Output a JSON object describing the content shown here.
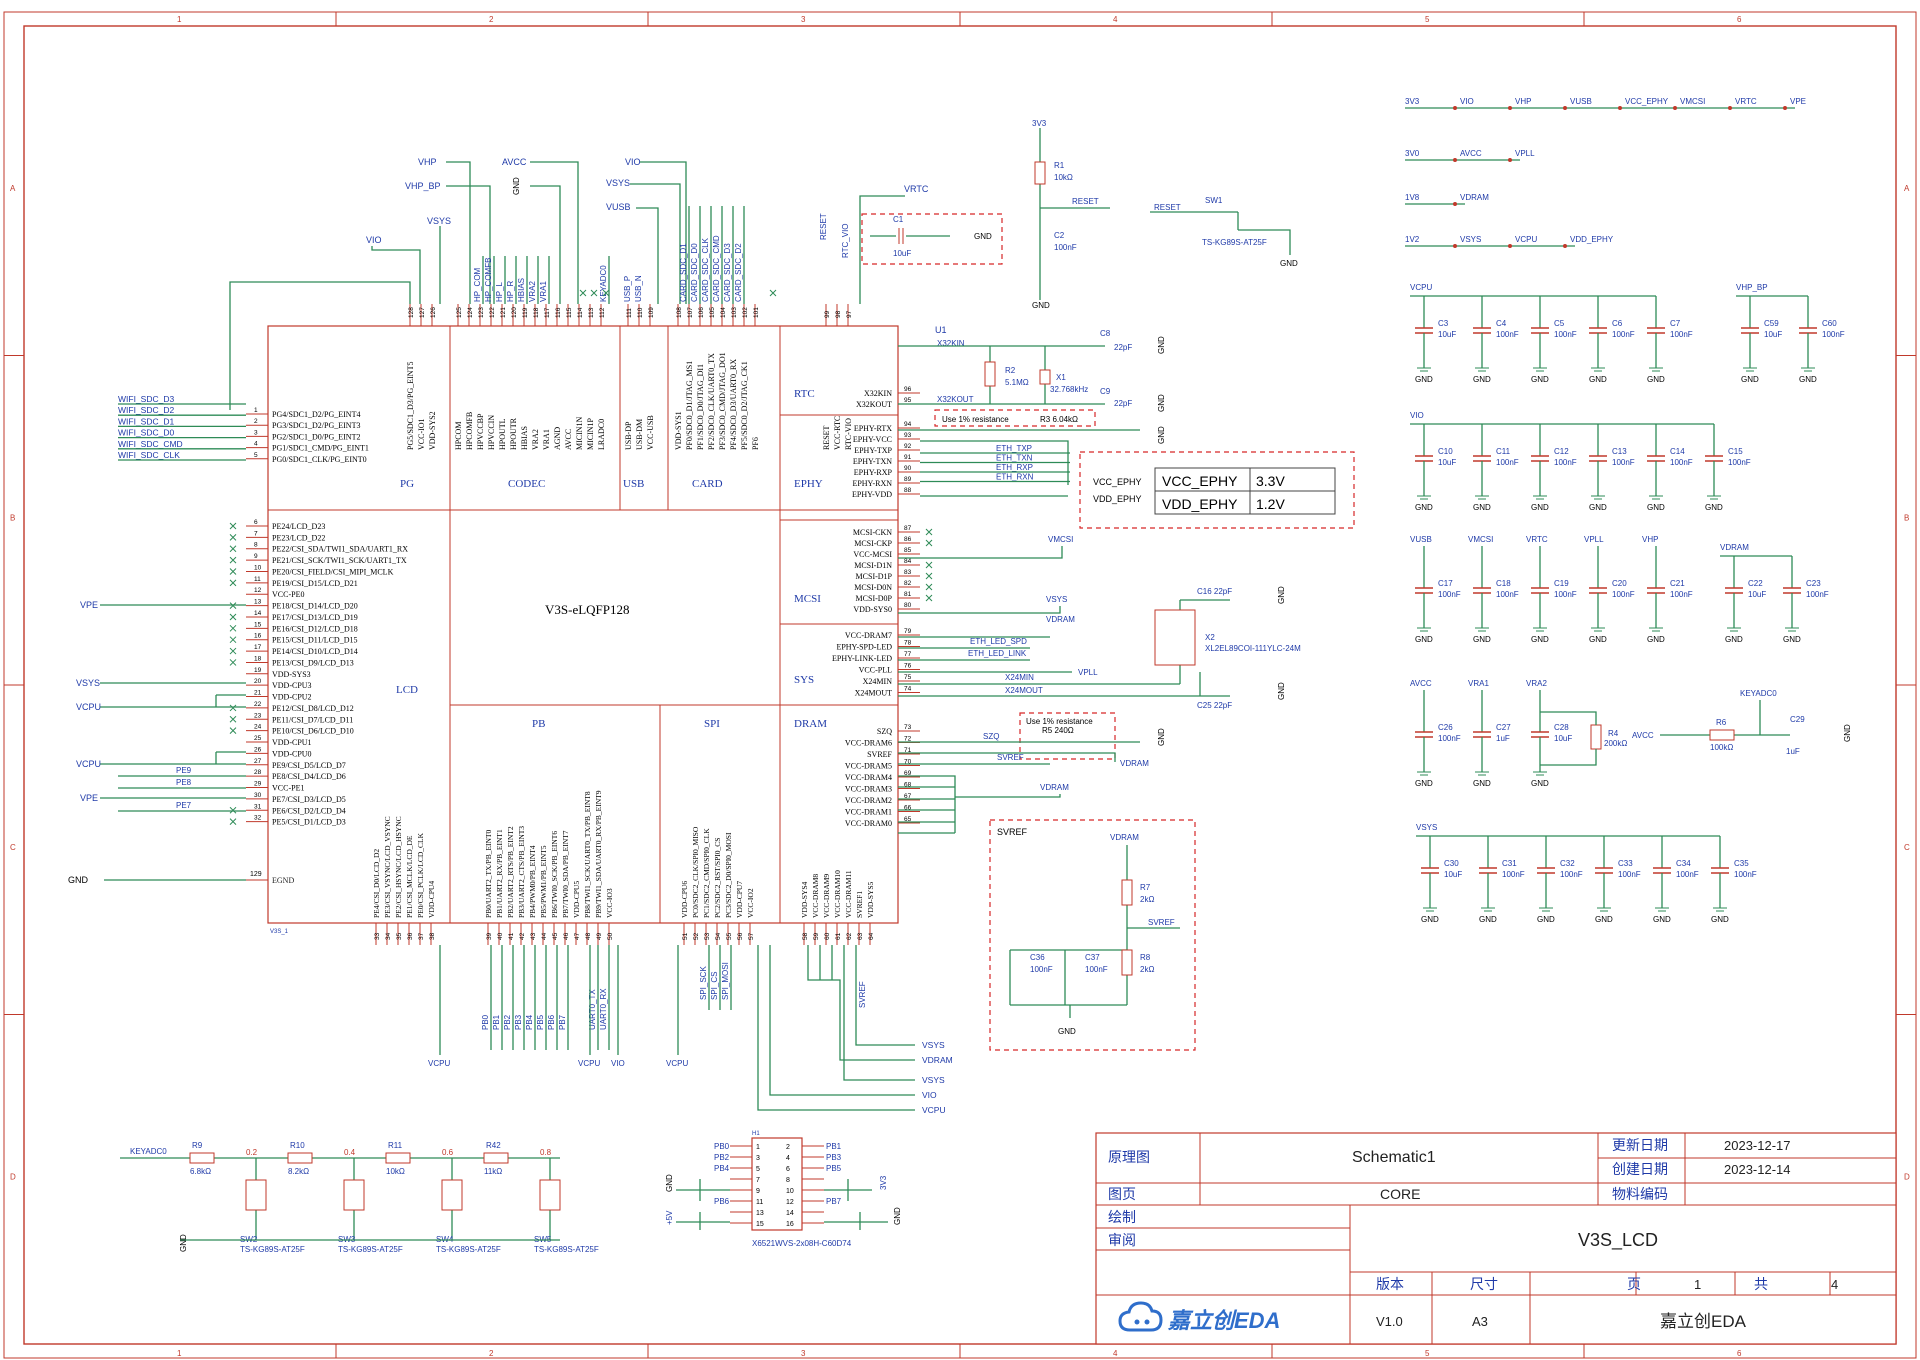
{
  "grid": {
    "cols": [
      "1",
      "2",
      "3",
      "4",
      "5",
      "6"
    ],
    "rows": [
      "A",
      "B",
      "C",
      "D"
    ]
  },
  "chip": {
    "name": "V3S-eLQFP128",
    "designator": "U1",
    "ref_small": "V3S_1",
    "sections": {
      "pg": "PG",
      "codec": "CODEC",
      "usb": "USB",
      "card": "CARD",
      "rtc": "RTC",
      "ephy": "EPHY",
      "mcsi": "MCSI",
      "sys": "SYS",
      "lcd": "LCD",
      "pb": "PB",
      "spi": "SPI",
      "dram": "DRAM"
    },
    "left_pins_pg": [
      "PG4/SDC1_D2/PG_EINT4",
      "PG3/SDC1_D2/PG_EINT3",
      "PG2/SDC1_D0/PG_EINT2",
      "PG1/SDC1_CMD/PG_EINT1",
      "PG0/SDC1_CLK/PG_EINT0"
    ],
    "left_nums_pg": [
      "1",
      "2",
      "3",
      "4",
      "5"
    ],
    "left_pins_lcd": [
      "PE24/LCD_D23",
      "PE23/LCD_D22",
      "PE22/CSI_SDA/TWI1_SDA/UART1_RX",
      "PE21/CSI_SCK/TWI1_SCK/UART1_TX",
      "PE20/CSI_FIELD/CSI_MIPI_MCLK",
      "PE19/CSI_D15/LCD_D21",
      "VCC-PE0",
      "PE18/CSI_D14/LCD_D20",
      "PE17/CSI_D13/LCD_D19",
      "PE16/CSI_D12/LCD_D18",
      "PE15/CSI_D11/LCD_D15",
      "PE14/CSI_D10/LCD_D14",
      "PE13/CSI_D9/LCD_D13",
      "VDD-SYS3",
      "VDD-CPU3",
      "VDD-CPU2",
      "PE12/CSI_D8/LCD_D12",
      "PE11/CSI_D7/LCD_D11",
      "PE10/CSI_D6/LCD_D10",
      "VDD-CPU1",
      "VDD-CPU0",
      "PE9/CSI_D5/LCD_D7",
      "PE8/CSI_D4/LCD_D6",
      "VCC-PE1",
      "PE7/CSI_D3/LCD_D5",
      "PE6/CSI_D2/LCD_D4",
      "PE5/CSI_D1/LCD_D3"
    ],
    "left_nums_lcd": [
      "6",
      "7",
      "8",
      "9",
      "10",
      "11",
      "12",
      "13",
      "14",
      "15",
      "16",
      "17",
      "18",
      "19",
      "20",
      "21",
      "22",
      "23",
      "24",
      "25",
      "26",
      "27",
      "28",
      "29",
      "30",
      "31",
      "32"
    ],
    "egnd": {
      "label": "EGND",
      "num": "129"
    },
    "top_pins_pg": [
      "PG5/SDC1_D3/PG_EINT5",
      "VCC-IO1",
      "VDD-SYS2"
    ],
    "top_nums_pg": [
      "128",
      "127",
      "126"
    ],
    "top_pins_codec": [
      "HPCOM",
      "HPCOMFB",
      "HPVCCBP",
      "HPVCCIN",
      "HPOUTL",
      "HPOUTR",
      "HBIAS",
      "VRA2",
      "VRA1",
      "AGND",
      "AVCC",
      "MICIN1N",
      "MICIN1P",
      "LRADC0"
    ],
    "top_nums_codec": [
      "125",
      "124",
      "123",
      "122",
      "121",
      "120",
      "119",
      "118",
      "117",
      "116",
      "115",
      "114",
      "113",
      "112"
    ],
    "top_pins_usb": [
      "USB-DP",
      "USB-DM",
      "VCC-USB"
    ],
    "top_nums_usb": [
      "111",
      "110",
      "109"
    ],
    "top_pins_card": [
      "VDD-SYS1",
      "PF0/SDC0_D1/JTAG_MS1",
      "PF1/SDC0_D0/JTAG_DI1",
      "PF2/SDC0_CLK/UART0_TX",
      "PF3/SDC0_CMD/JTAG_DO1",
      "PF4/SDC0_D3/UART0_RX",
      "PF5/SDC0_D2/JTAG_CK1",
      "PF6"
    ],
    "top_nums_card": [
      "108",
      "107",
      "106",
      "105",
      "104",
      "103",
      "102",
      "101"
    ],
    "top_pins_rtc": [
      "RESET",
      "VCC-RTC",
      "RTC-VIO"
    ],
    "top_nums_rtc": [
      "99",
      "98",
      "97"
    ],
    "right_pins_rtc": [
      "X32KIN",
      "X32KOUT"
    ],
    "right_nums_rtc": [
      "96",
      "95"
    ],
    "right_pins_ephy": [
      "EPHY-RTX",
      "EPHY-VCC",
      "EPHY-TXP",
      "EPHY-TXN",
      "EPHY-RXP",
      "EPHY-RXN",
      "EPHY-VDD"
    ],
    "right_nums_ephy": [
      "94",
      "93",
      "92",
      "91",
      "90",
      "89",
      "88"
    ],
    "right_pins_mcsi": [
      "MCSI-CKN",
      "MCSI-CKP",
      "VCC-MCSI",
      "MCSI-D1N",
      "MCSI-D1P",
      "MCSI-D0N",
      "MCSI-D0P",
      "VDD-SYS0"
    ],
    "right_nums_mcsi": [
      "87",
      "86",
      "85",
      "84",
      "83",
      "82",
      "81",
      "80"
    ],
    "right_pins_sys": [
      "VCC-DRAM7",
      "EPHY-SPD-LED",
      "EPHY-LINK-LED",
      "VCC-PLL",
      "X24MIN",
      "X24MOUT"
    ],
    "right_nums_sys": [
      "79",
      "78",
      "77",
      "76",
      "75",
      "74"
    ],
    "right_pins_dram": [
      "SZQ",
      "VCC-DRAM6",
      "SVREF",
      "VCC-DRAM5",
      "VCC-DRAM4",
      "VCC-DRAM3",
      "VCC-DRAM2",
      "VCC-DRAM1",
      "VCC-DRAM0"
    ],
    "right_nums_dram": [
      "73",
      "72",
      "71",
      "70",
      "69",
      "68",
      "67",
      "66",
      "65"
    ],
    "bottom_pins_lcd": [
      "PE4/CSI_D0/LCD_D2",
      "PE3/CSI_VSYNC/LCD_VSYNC",
      "PE2/CSI_HSYNC/LCD_HSYNC",
      "PE1/CSI_MCLK/LCD_DE",
      "PE0/CSI_PCLK/LCD_CLK",
      "VDD-CPU4"
    ],
    "bottom_nums_lcd": [
      "33",
      "34",
      "35",
      "36",
      "37",
      "38"
    ],
    "bottom_pins_pb": [
      "PB0/UART2_TX/PB_EINT0",
      "PB1/UART2_RX/PB_EINT1",
      "PB2/UART2_RTS/PB_EINT2",
      "PB3/UART2_CTS/PB_EINT3",
      "PB4/PWM0/PB_EINT4",
      "PB5/PWM1/PB_EINT5",
      "PB6/TWI0_SCK/PB_EINT6",
      "PB7/TWI0_SDA/PB_EINT7",
      "VDD-CPU5",
      "PB8/TWI1_SCK/UART0_TX/PB_EINT8",
      "PB9/TWI1_SDA/UART0_RX/PB_EINT9",
      "VCC-IO3"
    ],
    "bottom_nums_pb": [
      "39",
      "40",
      "41",
      "42",
      "43",
      "44",
      "45",
      "46",
      "47",
      "48",
      "49",
      "50"
    ],
    "bottom_pins_spi": [
      "VDD-CPU6",
      "PC0/SDC2_CLK/SPI0_MISO",
      "PC1/SDC2_CMD/SPI0_CLK",
      "PC2/SDC2_RST/SPI0_CS",
      "PC3/SDC2_D0/SPI0_MOSI",
      "VDD-CPU7",
      "VCC-IO2"
    ],
    "bottom_nums_spi": [
      "51",
      "52",
      "53",
      "54",
      "55",
      "56",
      "57"
    ],
    "bottom_pins_dram": [
      "VDD-SYS4",
      "VCC-DRAM8",
      "VCC-DRAM9",
      "VCC-DRAM10",
      "VCC-DRAM11",
      "SVREF1",
      "VDD-SYS5"
    ],
    "bottom_nums_dram": [
      "58",
      "59",
      "60",
      "61",
      "62",
      "63",
      "64"
    ]
  },
  "nets_left": {
    "wifi": [
      "WIFI_SDC_D3",
      "WIFI_SDC_D2",
      "WIFI_SDC_D1",
      "WIFI_SDC_D0",
      "WIFI_SDC_CMD",
      "WIFI_SDC_CLK"
    ],
    "vpe": "VPE",
    "vsys": "VSYS",
    "vcpu1": "VCPU",
    "vcpu2": "VCPU",
    "pe9": "PE9",
    "pe8": "PE8",
    "vpe2": "VPE",
    "pe7": "PE7",
    "gnd": "GND"
  },
  "nets_top": {
    "vio": "VIO",
    "vsys": "VSYS",
    "vhp": "VHP",
    "avcc": "AVCC",
    "gnd": "GND",
    "vhp_bp": "VHP_BP",
    "hp_com": "HP_COM",
    "hp_comfb": "HP_COMFB",
    "hp_l": "HP_L",
    "hp_r": "HP_R",
    "hbias": "HBIAS",
    "vra2": "VRA2",
    "vra1": "VRA1",
    "keyadc0": "KEYADC0",
    "vio2": "VIO",
    "vsys2": "VSYS",
    "vusb": "VUSB",
    "usb_p": "USB_P",
    "usb_n": "USB_N",
    "card": [
      "CARD_SDC_D1",
      "CARD_SDC_D0",
      "CARD_SDC_CLK",
      "CARD_SDC_CMD",
      "CARD_SDC_D3",
      "CARD_SDC_D2"
    ],
    "reset": "RESET",
    "rtc_vio": "RTC_VIO",
    "vrtc": "VRTC"
  },
  "rtc_block": {
    "c1_name": "C1",
    "c1_val": "10uF",
    "gnd": "GND",
    "v3v3": "3V3",
    "r1_name": "R1",
    "r1_val": "10kΩ",
    "reset": "RESET",
    "c2_name": "C2",
    "c2_val": "100nF",
    "gnd2": "GND",
    "sw1_net": "RESET",
    "sw1_name": "SW1",
    "sw1_part": "TS-KG89S-AT25F",
    "gnd3": "GND",
    "x32kin": "X32KIN",
    "x32kout": "X32KOUT",
    "r2_name": "R2",
    "r2_val": "5.1MΩ",
    "x1_name": "X1",
    "x1_val": "32.768kHz",
    "c8_name": "C8",
    "c8_val": "22pF",
    "c9_name": "C9",
    "c9_val": "22pF",
    "gnd4": "GND",
    "gnd5": "GND",
    "note": "Use 1% resistance",
    "r3": "R3 6.04kΩ",
    "gnd6": "GND"
  },
  "ephy_nets": [
    "ETH_TXP",
    "ETH_TXN",
    "ETH_RXP",
    "ETH_RXN"
  ],
  "ephy_table": {
    "vcc_ephy_net": "VCC_EPHY",
    "vdd_ephy_net": "VDD_EPHY",
    "rows": [
      {
        "name": "VCC_EPHY",
        "value": "3.3V"
      },
      {
        "name": "VDD_EPHY",
        "value": "1.2V"
      }
    ]
  },
  "mcsi_block": {
    "vmcsi": "VMCSI",
    "vsys": "VSYS",
    "vdram": "VDRAM"
  },
  "sys_block": {
    "eth_led_spd": "ETH_LED_SPD",
    "eth_led_link": "ETH_LED_LINK",
    "vpll": "VPLL",
    "x24min": "X24MIN",
    "x24mout": "X24MOUT",
    "c16": "C16 22pF",
    "c25": "C25 22pF",
    "x2_name": "X2",
    "x2_part": "XL2EL89COI-111YLC-24M",
    "gnd1": "GND",
    "gnd2": "GND"
  },
  "dram_block": {
    "note": "Use 1% resistance",
    "szq": "SZQ",
    "r5": "R5 240Ω",
    "gnd": "GND",
    "svref": "SVREF",
    "vdram": "VDRAM",
    "vdram2": "VDRAM"
  },
  "svref_block": {
    "title": "SVREF",
    "vdram": "VDRAM",
    "r7": "R7",
    "r7_val": "2kΩ",
    "svref": "SVREF",
    "c36": "C36",
    "c36_val": "100nF",
    "c37": "C37",
    "c37_val": "100nF",
    "r8": "R8",
    "r8_val": "2kΩ",
    "gnd": "GND"
  },
  "bottom_nets": {
    "vcpu1": "VCPU",
    "pb": [
      "PB0",
      "PB1",
      "PB2",
      "PB3",
      "PB4",
      "PB5",
      "PB6",
      "PB7"
    ],
    "uart_tx": "UART0_TX",
    "uart_rx": "UART0_RX",
    "vcpu2": "VCPU",
    "vio": "VIO",
    "vcpu3": "VCPU",
    "spi": [
      "SPI_SCK",
      "SPI_CS",
      "SPI_MOSI"
    ],
    "svref": "SVREF",
    "right_labels": [
      "VSYS",
      "VDRAM",
      "VSYS",
      "VIO",
      "VCPU"
    ]
  },
  "power_joins": [
    {
      "nets": [
        "3V3",
        "VIO",
        "VHP",
        "VUSB",
        "VCC_EPHY",
        "VMCSI",
        "VRTC",
        "VPE"
      ]
    },
    {
      "nets": [
        "3V0",
        "AVCC",
        "VPLL"
      ]
    },
    {
      "nets": [
        "1V8",
        "VDRAM"
      ]
    },
    {
      "nets": [
        "1V2",
        "VSYS",
        "VCPU",
        "VDD_EPHY"
      ]
    }
  ],
  "decoupling_groups": [
    {
      "net": "VCPU",
      "caps": [
        [
          "C3",
          "10uF"
        ],
        [
          "C4",
          "100nF"
        ],
        [
          "C5",
          "100nF"
        ],
        [
          "C6",
          "100nF"
        ],
        [
          "C7",
          "100nF"
        ]
      ]
    },
    {
      "net": "VHP_BP",
      "caps": [
        [
          "C59",
          "10uF"
        ],
        [
          "C60",
          "100nF"
        ]
      ]
    },
    {
      "net": "VIO",
      "caps": [
        [
          "C10",
          "10uF"
        ],
        [
          "C11",
          "100nF"
        ],
        [
          "C12",
          "100nF"
        ],
        [
          "C13",
          "100nF"
        ],
        [
          "C14",
          "100nF"
        ],
        [
          "C15",
          "100nF"
        ]
      ]
    },
    {
      "singles": [
        [
          "VUSB",
          "C17",
          "100nF"
        ],
        [
          "VMCSI",
          "C18",
          "100nF"
        ],
        [
          "VRTC",
          "C19",
          "100nF"
        ],
        [
          "VPLL",
          "C20",
          "100nF"
        ],
        [
          "VHP",
          "C21",
          "100nF"
        ]
      ]
    },
    {
      "net": "VDRAM",
      "caps": [
        [
          "C22",
          "10uF"
        ],
        [
          "C23",
          "100nF"
        ]
      ]
    },
    {
      "analog": [
        [
          "AVCC",
          "C26",
          "100nF"
        ],
        [
          "VRA1",
          "C27",
          "1uF"
        ],
        [
          "VRA2",
          "C28",
          "10uF"
        ]
      ],
      "r4": [
        "R4",
        "200kΩ"
      ]
    },
    {
      "keyadc": {
        "net": "KEYADC0",
        "avcc": "AVCC",
        "r6": "R6",
        "r6_val": "100kΩ",
        "c29": "C29",
        "c29_val": "1uF",
        "gnd": "GND"
      }
    },
    {
      "net": "VSYS",
      "caps": [
        [
          "C30",
          "10uF"
        ],
        [
          "C31",
          "100nF"
        ],
        [
          "C32",
          "100nF"
        ],
        [
          "C33",
          "100nF"
        ],
        [
          "C34",
          "100nF"
        ],
        [
          "C35",
          "100nF"
        ]
      ]
    }
  ],
  "gnd_label": "GND",
  "keys": {
    "keyadc0": "KEYADC0",
    "resistors": [
      [
        "R9",
        "6.8kΩ",
        "0.2"
      ],
      [
        "R10",
        "8.2kΩ",
        "0.4"
      ],
      [
        "R11",
        "10kΩ",
        "0.6"
      ],
      [
        "R42",
        "11kΩ",
        "0.8"
      ]
    ],
    "switches": [
      "SW2",
      "SW3",
      "SW4",
      "SW5"
    ],
    "part": "TS-KG89S-AT25F",
    "gnd": "GND"
  },
  "header": {
    "name": "H1",
    "part": "X6521WVS-2x08H-C60D74",
    "left": [
      [
        "PB0",
        "1"
      ],
      [
        "PB2",
        "3"
      ],
      [
        "PB4",
        "5"
      ],
      [
        "",
        "7"
      ],
      [
        "",
        "9"
      ],
      [
        "PB6",
        "11"
      ],
      [
        "",
        "13"
      ],
      [
        "",
        "15"
      ]
    ],
    "right": [
      [
        "PB1",
        "2"
      ],
      [
        "PB3",
        "4"
      ],
      [
        "PB5",
        "6"
      ],
      [
        "",
        "8"
      ],
      [
        "",
        "10"
      ],
      [
        "PB7",
        "12"
      ],
      [
        "",
        "14"
      ],
      [
        "",
        "16"
      ]
    ],
    "gnd_l": "GND",
    "v5": "+5V",
    "v3": "3V3",
    "gnd_r": "GND"
  },
  "title_block": {
    "r1c1": "原理图",
    "r1c2": "Schematic1",
    "r1c3": "更新日期",
    "r1c4": "2023-12-17",
    "r2c3": "创建日期",
    "r2c4": "2023-12-14",
    "r3c1": "图页",
    "r3c2": "CORE",
    "r3c3": "物料编码",
    "r4c1": "绘制",
    "r5c1": "审阅",
    "big": "V3S_LCD",
    "ver_h": "版本",
    "size_h": "尺寸",
    "page_h": "页",
    "page": "1",
    "total_h": "共",
    "total": "4",
    "logo": "嘉立创EDA",
    "ver": "V1.0",
    "size": "A3",
    "company": "嘉立创EDA"
  }
}
